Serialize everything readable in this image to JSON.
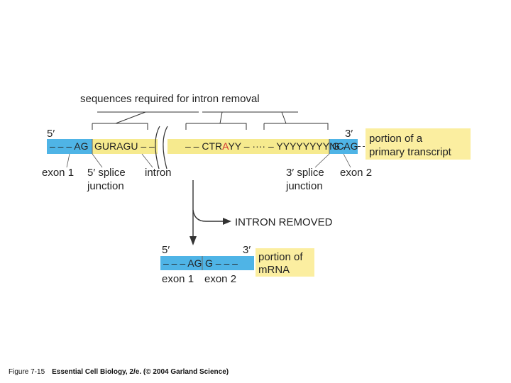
{
  "title": "sequences required for intron removal",
  "transcript": {
    "five_prime": "5′",
    "three_prime": "3′",
    "exon1_seq": "– – – AG",
    "five_splice_seq": "GURAGU – –",
    "branch_seq_a": "– – CTR",
    "branch_point": "A",
    "branch_seq_b": "YY – ···· – YYYYYYYYNCAG",
    "exon2_seq": "G –",
    "box_label_line1": "portion of a",
    "box_label_line2": "primary transcript",
    "labels": {
      "exon1": "exon 1",
      "five_splice_line1": "5′ splice",
      "five_splice_line2": "junction",
      "intron": "intron",
      "three_splice_line1": "3′ splice",
      "three_splice_line2": "junction",
      "exon2": "exon 2"
    }
  },
  "step_label": "INTRON REMOVED",
  "mrna": {
    "five_prime": "5′",
    "three_prime": "3′",
    "exon1_seq": "– – – AG",
    "exon2_seq": "G – – –",
    "box_label_line1": "portion of",
    "box_label_line2": "mRNA",
    "exon1_label": "exon 1",
    "exon2_label": "exon 2"
  },
  "caption": {
    "figure": "Figure 7-15",
    "source": "Essential Cell Biology, 2/e. (© 2004 Garland Science)"
  },
  "colors": {
    "exon": "#4fb4e6",
    "intron": "#f6ea8e",
    "label_box": "#fbeea0",
    "branch_point": "#d03030",
    "line": "#333333"
  }
}
